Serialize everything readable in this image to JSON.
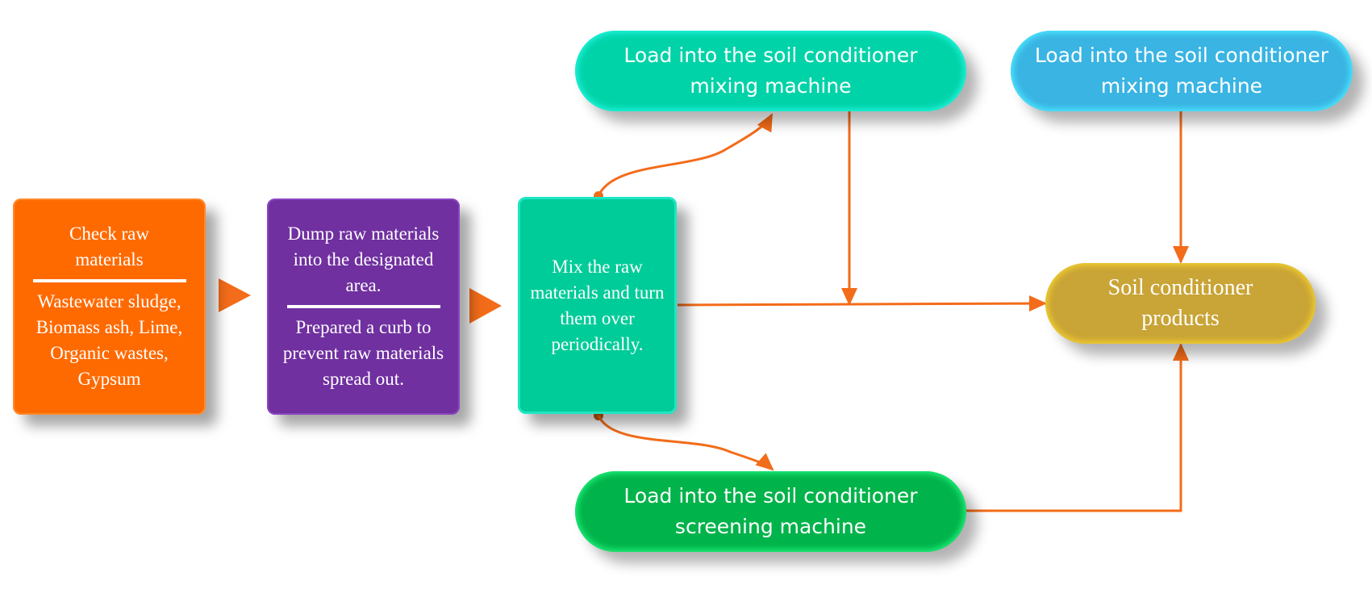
{
  "diagram": {
    "colors": {
      "arrow": "#f36c1a",
      "check_box": "#ff6a00",
      "dump_box": "#7030a0",
      "mix_box": "#00cc99",
      "mixing_pill_1": "#00d3a8",
      "mixing_pill_2": "#39b4e3",
      "products_pill": "#c9a436",
      "screening_pill": "#00b34a"
    },
    "nodes": {
      "check": {
        "title": "Check raw materials",
        "detail": "Wastewater sludge, Biomass ash, Lime, Organic wastes, Gypsum"
      },
      "dump": {
        "title": "Dump raw materials into the designated area.",
        "detail": "Prepared a curb to prevent raw materials spread out."
      },
      "mix": {
        "text": "Mix the raw materials and turn them over periodically."
      },
      "mixing_machine_a": {
        "text": "Load into the soil conditioner mixing machine"
      },
      "mixing_machine_b": {
        "text": "Load into the soil conditioner mixing machine"
      },
      "products": {
        "text": "Soil conditioner products"
      },
      "screening_machine": {
        "text": "Load into the soil conditioner screening machine"
      }
    },
    "edges": [
      {
        "from": "check",
        "to": "dump",
        "style": "chevron"
      },
      {
        "from": "dump",
        "to": "mix",
        "style": "chevron"
      },
      {
        "from": "mix",
        "to": "mixing_machine_a",
        "style": "curved"
      },
      {
        "from": "mix",
        "to": "screening_machine",
        "style": "curved"
      },
      {
        "from": "mix",
        "to": "products",
        "style": "straight"
      },
      {
        "from": "mixing_machine_a",
        "to": "products",
        "style": "elbow"
      },
      {
        "from": "mixing_machine_b",
        "to": "products",
        "style": "straight"
      },
      {
        "from": "screening_machine",
        "to": "products",
        "style": "elbow"
      }
    ]
  }
}
